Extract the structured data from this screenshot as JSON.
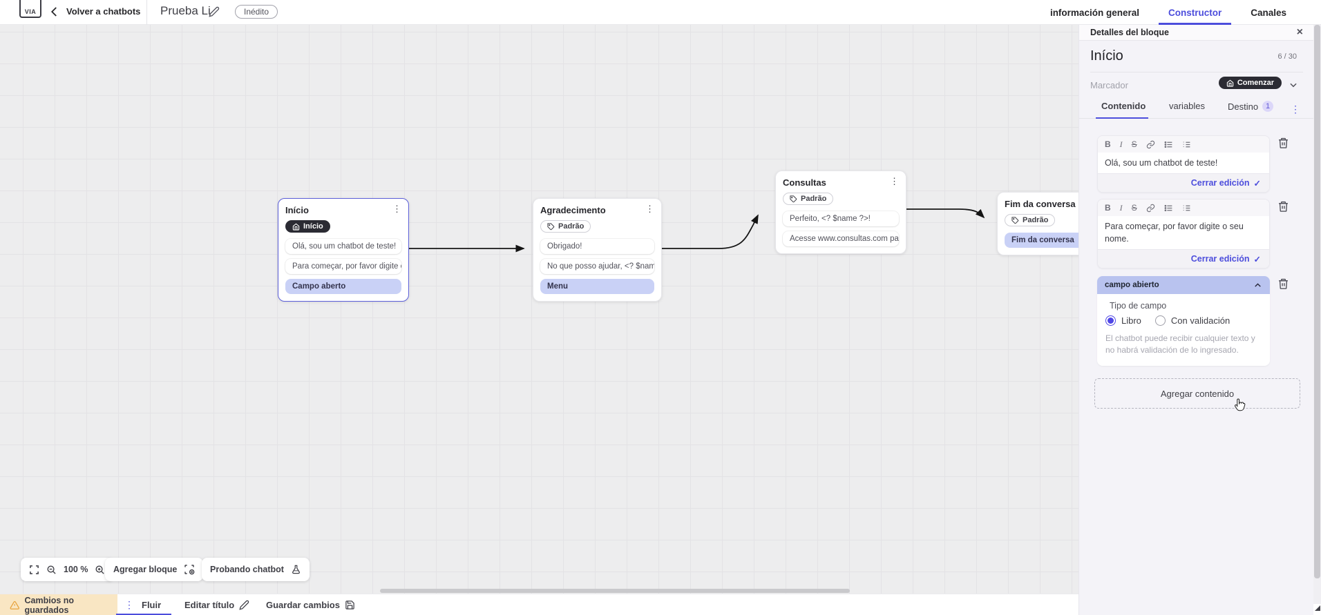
{
  "header": {
    "logo_text": "VIA",
    "back_label": "Volver a chatbots",
    "title": "Prueba Li",
    "status_badge": "Inédito",
    "nav_tabs": [
      {
        "label": "información general",
        "active": false
      },
      {
        "label": "Constructor",
        "active": true
      },
      {
        "label": "Canales",
        "active": false
      }
    ]
  },
  "canvas": {
    "zoom_level": "100 %",
    "add_block_label": "Agregar bloque",
    "test_label": "Probando chatbot",
    "nodes": [
      {
        "title": "Início",
        "badge": "Início",
        "rows": [
          "Olá, sou um chatbot de teste!",
          "Para começar, por favor digite o ...",
          "Campo aberto"
        ]
      },
      {
        "title": "Agradecimento",
        "badge": "Padrão",
        "rows": [
          "Obrigado!",
          "No que posso ajudar, <? $name ...",
          "Menu"
        ]
      },
      {
        "title": "Consultas",
        "badge": "Padrão",
        "rows": [
          "Perfeito, <? $name ?>!",
          "Acesse www.consultas.com par..."
        ]
      },
      {
        "title": "Fim da conversa",
        "badge": "Padrão",
        "rows": [
          "Fim da conversa"
        ]
      }
    ]
  },
  "panel": {
    "titlebar": "Detalles del bloque",
    "block_name": "Início",
    "counter": "6 / 30",
    "marker_label": "Marcador",
    "marker_value": "Comenzar",
    "tabs": [
      {
        "label": "Contenido",
        "active": true
      },
      {
        "label": "variables",
        "active": false
      },
      {
        "label": "Destino",
        "badge": "1",
        "active": false
      }
    ],
    "toolbar": {
      "bold": "B",
      "italic": "I",
      "strike": "S"
    },
    "editors": [
      {
        "text": "Olá, sou um chatbot de teste!",
        "close_label": "Cerrar edición"
      },
      {
        "text": "Para começar, por favor digite o seu nome.",
        "close_label": "Cerrar edición"
      }
    ],
    "open_field": {
      "header": "campo abierto",
      "type_label": "Tipo de campo",
      "option_free": "Libro",
      "option_validated": "Con validación",
      "help": "El chatbot puede recibir cualquier texto y no habrá validación de lo ingresado."
    },
    "add_content_label": "Agregar contenido"
  },
  "footer": {
    "warning": "Cambios no guardados",
    "flow_tab": "Fluir",
    "edit_title": "Editar título",
    "save": "Guardar cambios"
  },
  "colors": {
    "accent": "#4c4ddc",
    "node_selected_border": "#5c5fd9",
    "purple_row_bg": "#c9d1f6",
    "openfield_header_bg": "#b9c3ef",
    "dark_pill_bg": "#2b2b33",
    "warning_bg": "#f9e6c3",
    "warning_icon": "#e8a33d",
    "canvas_bg": "#ededee",
    "panel_bg": "#f4f3f8"
  }
}
